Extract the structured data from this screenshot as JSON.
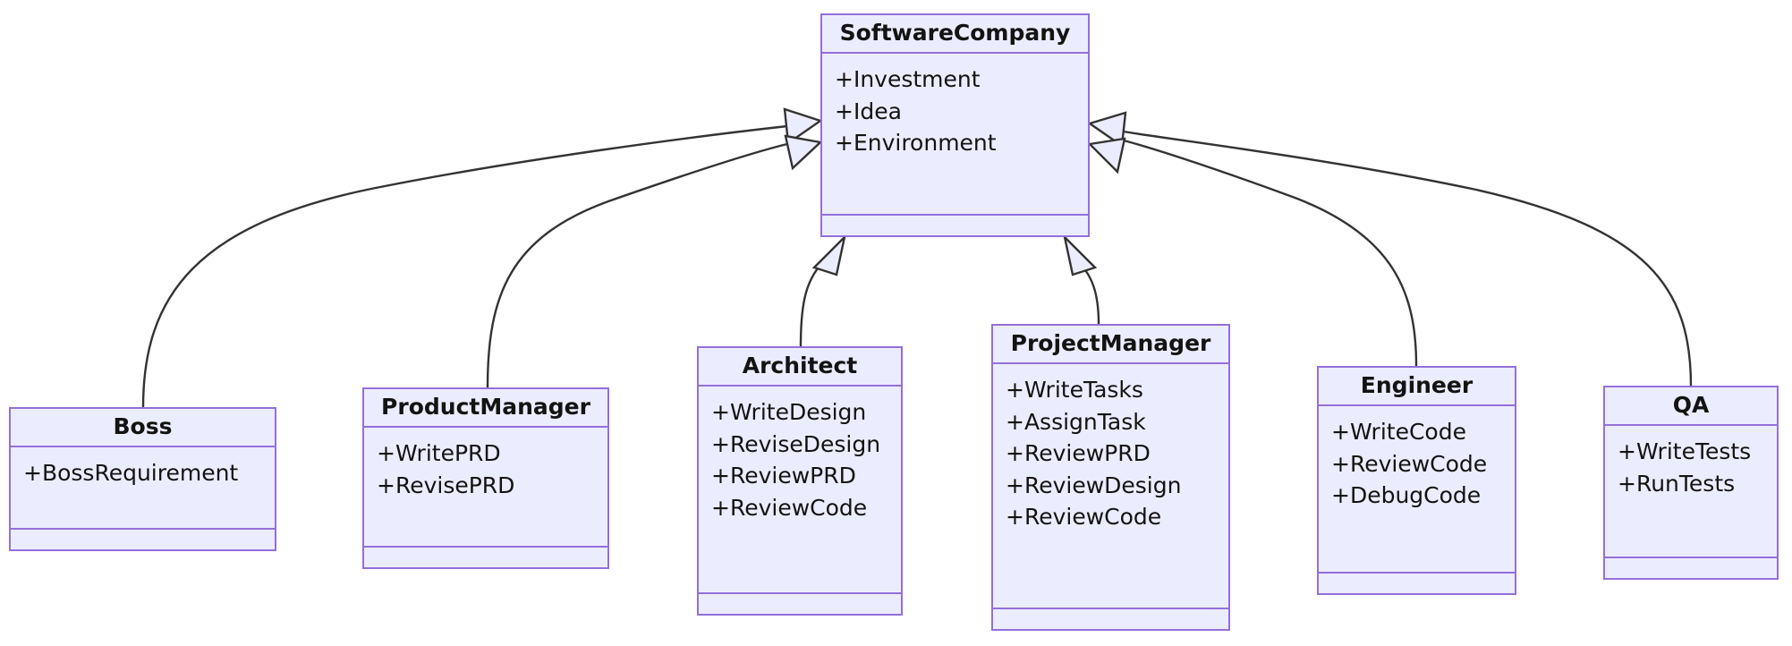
{
  "diagram": {
    "type": "uml-class-diagram",
    "relationship": "generalization",
    "colors": {
      "box_fill": "#ECECFF",
      "box_border": "#9370DB",
      "edge_stroke": "#333333",
      "text": "#131313",
      "background": "#FFFFFF"
    },
    "classes": [
      {
        "id": "softwarecompany",
        "name": "SoftwareCompany",
        "attributes": [
          "+Investment",
          "+Idea",
          "+Environment"
        ],
        "methods": []
      },
      {
        "id": "boss",
        "name": "Boss",
        "attributes": [
          "+BossRequirement"
        ],
        "methods": []
      },
      {
        "id": "productmanager",
        "name": "ProductManager",
        "attributes": [
          "+WritePRD",
          "+RevisePRD"
        ],
        "methods": []
      },
      {
        "id": "architect",
        "name": "Architect",
        "attributes": [
          "+WriteDesign",
          "+ReviseDesign",
          "+ReviewPRD",
          "+ReviewCode"
        ],
        "methods": []
      },
      {
        "id": "projectmanager",
        "name": "ProjectManager",
        "attributes": [
          "+WriteTasks",
          "+AssignTask",
          "+ReviewPRD",
          "+ReviewDesign",
          "+ReviewCode"
        ],
        "methods": []
      },
      {
        "id": "engineer",
        "name": "Engineer",
        "attributes": [
          "+WriteCode",
          "+ReviewCode",
          "+DebugCode"
        ],
        "methods": []
      },
      {
        "id": "qa",
        "name": "QA",
        "attributes": [
          "+WriteTests",
          "+RunTests"
        ],
        "methods": []
      }
    ],
    "edges": [
      {
        "from": "boss",
        "to": "softwarecompany",
        "kind": "inheritance"
      },
      {
        "from": "productmanager",
        "to": "softwarecompany",
        "kind": "inheritance"
      },
      {
        "from": "architect",
        "to": "softwarecompany",
        "kind": "inheritance"
      },
      {
        "from": "projectmanager",
        "to": "softwarecompany",
        "kind": "inheritance"
      },
      {
        "from": "engineer",
        "to": "softwarecompany",
        "kind": "inheritance"
      },
      {
        "from": "qa",
        "to": "softwarecompany",
        "kind": "inheritance"
      }
    ]
  }
}
